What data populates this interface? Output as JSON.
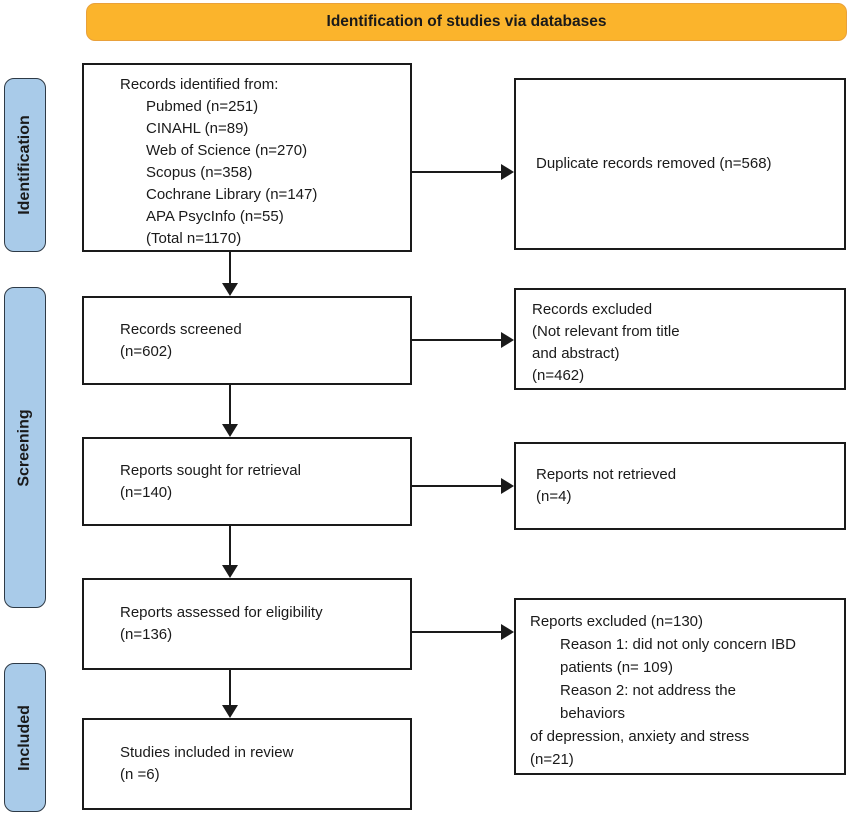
{
  "banner": {
    "label": "Identification of studies via databases"
  },
  "stages": [
    {
      "label": "Identification"
    },
    {
      "label": "Screening"
    },
    {
      "label": "Included"
    }
  ],
  "colors": {
    "banner_fill": "#FBB42C",
    "banner_border": "#E9A13B",
    "stage_fill": "#A9CBE9",
    "stage_border": "#2E3A46",
    "box_border": "#1A1A1A",
    "arrow": "#1A1A1A"
  },
  "boxes": {
    "records_identified": {
      "lines": [
        "Records identified from:",
        "Pubmed (n=251)",
        "CINAHL (n=89)",
        "Web of Science (n=270)",
        "Scopus (n=358)",
        "Cochrane Library (n=147)",
        "APA PsycInfo (n=55)",
        "(Total n=1170)"
      ]
    },
    "duplicates_removed": {
      "lines": [
        "Duplicate records removed (n=568)"
      ]
    },
    "records_screened": {
      "lines": [
        "Records screened",
        "(n=602)"
      ]
    },
    "records_excluded": {
      "lines": [
        "Records excluded",
        "(Not relevant from title",
        "and abstract)",
        "(n=462)"
      ]
    },
    "reports_sought": {
      "lines": [
        "Reports sought for retrieval",
        "(n=140)"
      ]
    },
    "reports_not_retrieved": {
      "lines": [
        "Reports not retrieved",
        "(n=4)"
      ]
    },
    "reports_assessed": {
      "lines": [
        "Reports assessed for eligibility",
        "(n=136)"
      ]
    },
    "reports_excluded": {
      "lines": [
        "Reports excluded (n=130)",
        "Reason 1: did not only concern IBD",
        "patients (n= 109)",
        "Reason 2: not address the",
        "behaviors",
        "of depression, anxiety and stress",
        "(n=21)"
      ]
    },
    "studies_included": {
      "lines": [
        "Studies included in review",
        "(n =6)"
      ]
    }
  }
}
